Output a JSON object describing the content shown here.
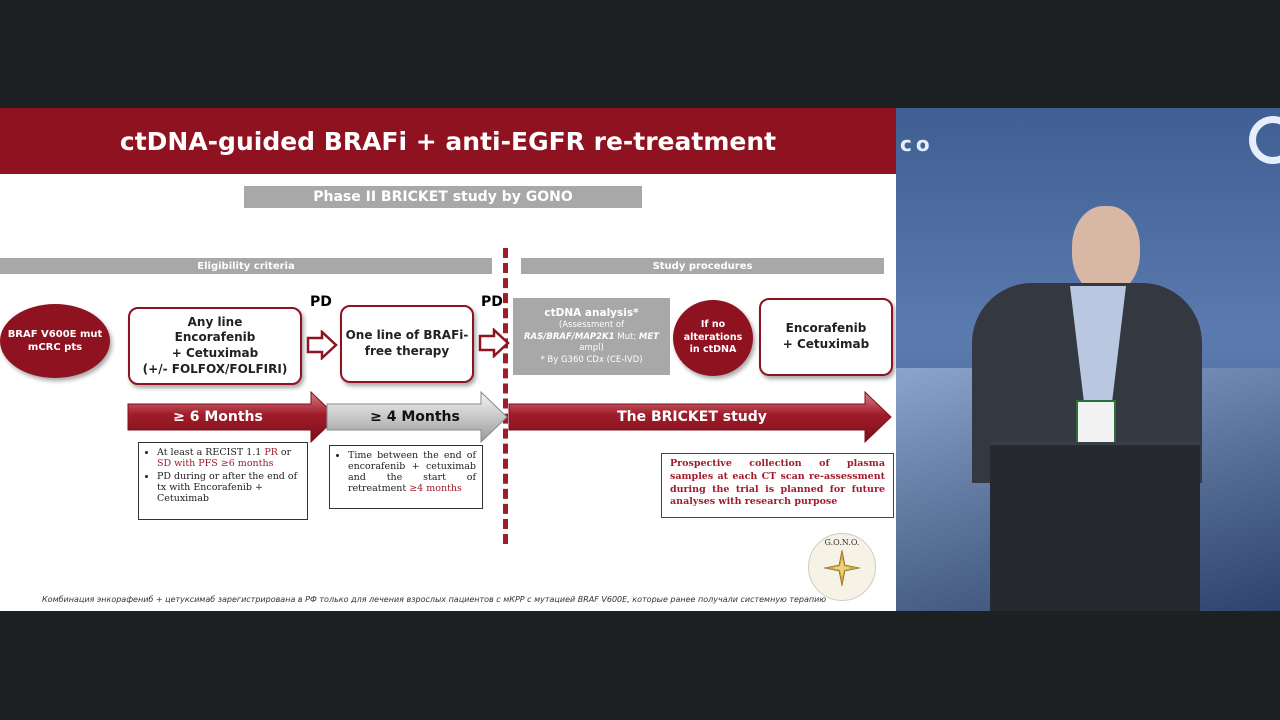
{
  "slide": {
    "title": "ctDNA-guided BRAFi + anti-EGFR re-treatment",
    "subtitle": "Phase II BRICKET study by GONO",
    "eligibility_header": "Eligibility criteria",
    "procedures_header": "Study procedures",
    "patients": [
      "BRAF V600E mut",
      "mCRC pts"
    ],
    "box_any_line": [
      "Any line",
      "Encorafenib",
      "+ Cetuximab",
      "(+/- FOLFOX/FOLFIRI)"
    ],
    "pd_label": "PD",
    "box_one_line": [
      "One line of BRAFi-",
      "free therapy"
    ],
    "ctdna": {
      "title": "ctDNA analysis*",
      "line1": "(Assessment of",
      "line2a": "RAS/BRAF/MAP2K1",
      "line2b": " Mut; ",
      "line2c": "MET",
      "line3": "ampl)",
      "line4": "* By G360 CDx (CE-IVD)"
    },
    "no_alterations": [
      "If no alterations",
      "in ctDNA"
    ],
    "box_retreat": [
      "Encorafenib",
      "+ Cetuximab"
    ],
    "arrow1": "≥ 6 Months",
    "arrow2": "≥ 4 Months",
    "arrow3": "The BRICKET study",
    "note1": {
      "b1_a": "At least a RECIST 1.1 ",
      "b1_b": "PR",
      "b1_c": " or ",
      "b1_d": "SD with PFS ≥6 months",
      "b2": "PD during or after the end of tx with Encorafenib + Cetuximab"
    },
    "note2": {
      "a": "Time between the end of encorafenib + cetuximab and the start of retreatment ",
      "b": "≥4 months"
    },
    "note3": "Prospective collection of plasma samples at each CT scan re-assessment during the trial is planned for future analyses with research purpose",
    "logo_text": "G.O.N.O.",
    "footer": "Комбинация энкорафениб + цетуксимаб зарегистрирована в РФ только для лечения взрослых пациентов с мКРР с мутацией BRAF V600E, которые ранее получали системную терапию"
  },
  "colors": {
    "brand_red": "#8f1220",
    "gray_bar": "#a8a8a8",
    "background": "#1d2023"
  }
}
